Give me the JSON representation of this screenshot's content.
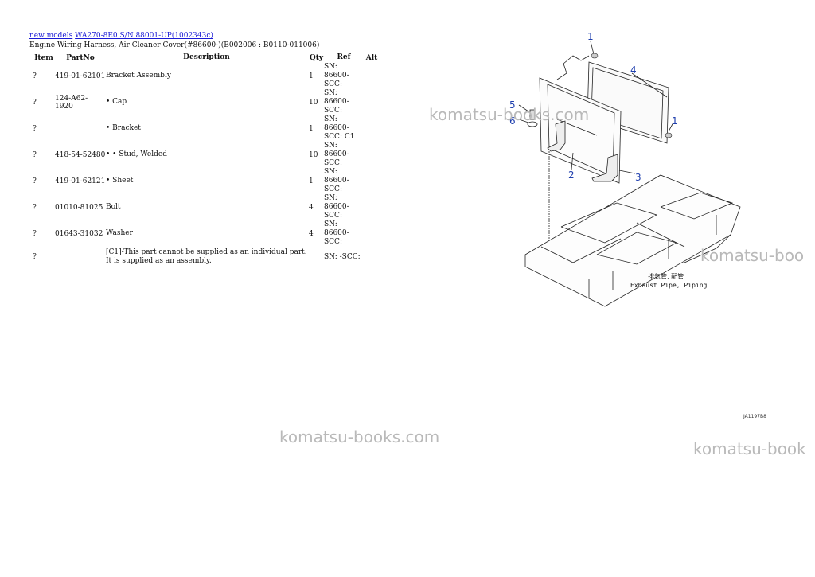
{
  "breadcrumb": {
    "link1": "new models",
    "link2": "WA270-8E0 S/N 88001-UP(1002343c)"
  },
  "subtitle": "Engine Wiring Harness, Air Cleaner Cover(#86600-)(B002006 : B0110-011006)",
  "table": {
    "headers": [
      "Item",
      "PartNo",
      "Description",
      "Qty",
      "Ref",
      "Alt"
    ],
    "rows": [
      {
        "item": "?",
        "part": "419-01-62101",
        "desc": "Bracket Assembly",
        "qty": "1",
        "ref": "SN: 86600-SCC:"
      },
      {
        "item": "?",
        "part": "124-A62-1920",
        "desc": "• Cap",
        "qty": "10",
        "ref": "SN: 86600-SCC:"
      },
      {
        "item": "?",
        "part": "",
        "desc": "• Bracket",
        "qty": "1",
        "ref": "SN: 86600-SCC: C1"
      },
      {
        "item": "?",
        "part": "418-54-52480",
        "desc": "• • Stud, Welded",
        "qty": "10",
        "ref": "SN: 86600-SCC:"
      },
      {
        "item": "?",
        "part": "419-01-62121",
        "desc": "• Sheet",
        "qty": "1",
        "ref": "SN: 86600-SCC:"
      },
      {
        "item": "?",
        "part": "01010-81025",
        "desc": "Bolt",
        "qty": "4",
        "ref": "SN: 86600-SCC:"
      },
      {
        "item": "?",
        "part": "01643-31032",
        "desc": "Washer",
        "qty": "4",
        "ref": "SN: 86600-SCC:"
      },
      {
        "item": "?",
        "part": "",
        "desc": "[C1]-This part cannot be supplied as an individual part. It is supplied as an assembly.",
        "qty": "",
        "ref": "SN: -SCC:"
      }
    ]
  },
  "diagram": {
    "callouts": [
      "1",
      "4",
      "5",
      "6",
      "1",
      "2",
      "3"
    ],
    "caption_jp": "排気管, 配管",
    "caption_en": "Exhaust Pipe, Piping",
    "code": "JA1197B8"
  },
  "watermark": {
    "text1": "komatsu-books.com",
    "text2": "komatsu-boo",
    "text3": "komatsu-books.com",
    "text4": "komatsu-book"
  }
}
